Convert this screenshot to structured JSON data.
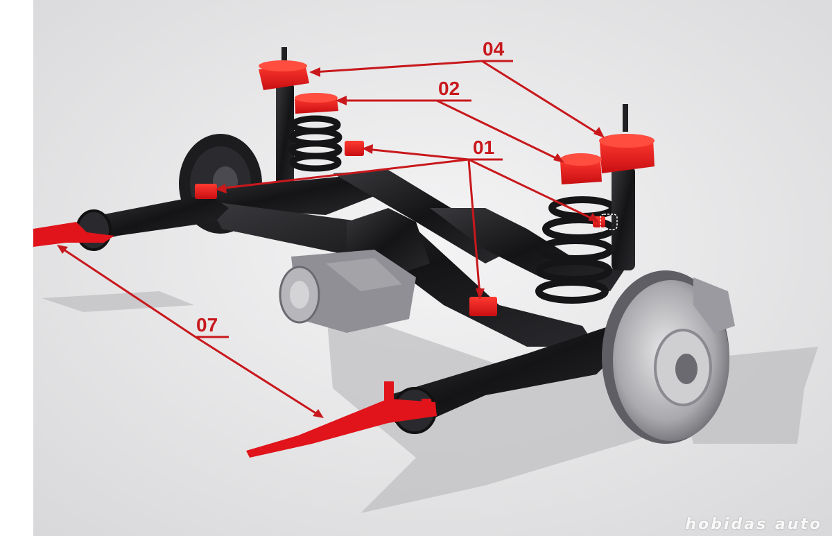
{
  "title": "",
  "labels": {
    "l01": "01",
    "l02": "02",
    "l04": "04",
    "l07": "07"
  },
  "watermark": "hobidas auto",
  "colors": {
    "highlight": "#e0141a",
    "leader": "#c8181c",
    "frame": "#1a1a1c",
    "background": "#e9e9ea"
  }
}
